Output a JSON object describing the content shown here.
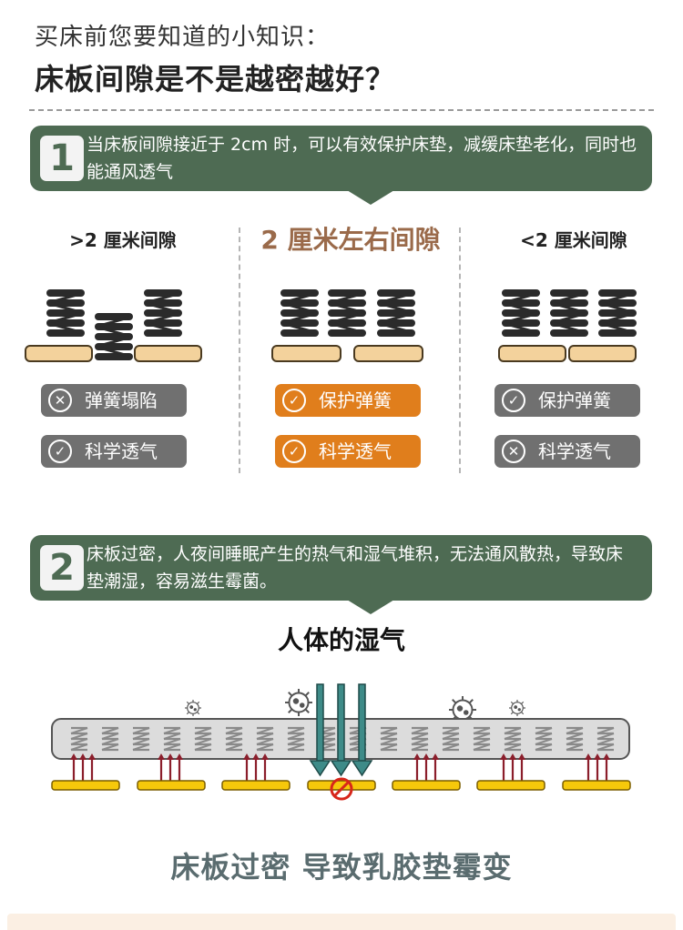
{
  "header": {
    "subtitle": "买床前您要知道的小知识：",
    "title": "床板间隙是不是越密越好？"
  },
  "section1": {
    "number": "1",
    "text": "当床板间隙接近于 2cm 时，可以有效保护床垫，减缓床垫老化，同时也能通风透气"
  },
  "columns": [
    {
      "heading": ">2 厘米间隙",
      "badges": [
        {
          "icon": "cross",
          "label": "弹簧塌陷",
          "style": "gray"
        },
        {
          "icon": "check",
          "label": "科学透气",
          "style": "gray"
        }
      ]
    },
    {
      "heading": "2 厘米左右间隙",
      "badges": [
        {
          "icon": "check",
          "label": "保护弹簧",
          "style": "orange"
        },
        {
          "icon": "check",
          "label": "科学透气",
          "style": "orange"
        }
      ]
    },
    {
      "heading": "<2 厘米间隙",
      "badges": [
        {
          "icon": "check",
          "label": "保护弹簧",
          "style": "gray"
        },
        {
          "icon": "cross",
          "label": "科学透气",
          "style": "gray"
        }
      ]
    }
  ],
  "section2": {
    "number": "2",
    "text": "床板过密，人夜间睡眠产生的热气和湿气堆积，无法通风散热，导致床垫潮湿，容易滋生霉菌。"
  },
  "moisture_heading": "人体的湿气",
  "footer_text": "床板过密 导致乳胶垫霉变",
  "colors": {
    "banner_green": "#4e6b53",
    "accent_orange": "#e07e1c",
    "badge_gray": "#707070",
    "slat_yellow": "#f6c80b",
    "arrow_red": "#8b1e2b",
    "arrow_teal": "#3e8b88"
  }
}
